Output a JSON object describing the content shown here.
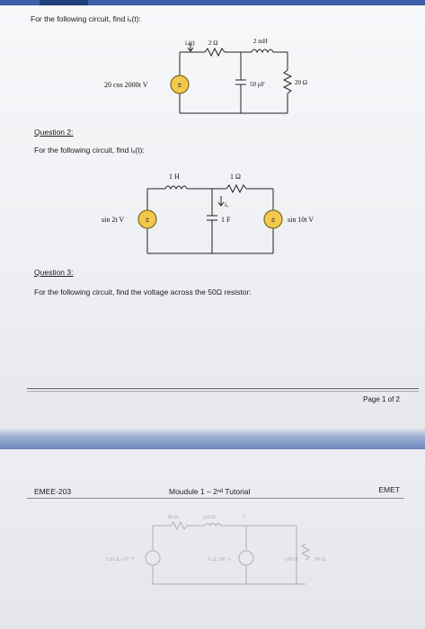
{
  "page1": {
    "q1_text": "For the following circuit, find iₓ(t):",
    "c1": {
      "src_label": "20 cos 2000t V",
      "ix_label": "iₓ(t)",
      "r1_label": "2 Ω",
      "l_label": "2 mH",
      "c_label": "50 µF",
      "r2_label": "20 Ω"
    },
    "q2_title": "Question 2:",
    "q2_text": "For the following circuit, find iₓ(t):",
    "c2": {
      "l_label": "1 H",
      "r_label": "1 Ω",
      "src1_label": "sin 2t  V",
      "c_label": "1 F",
      "ix_label": "iₓ",
      "src2_label": "sin 10t  V"
    },
    "q3_title": "Question 3:",
    "q3_text": "For the following circuit, find the voltage across the 50Ω resistor:",
    "page_number": "Page 1 of 2"
  },
  "page2": {
    "course": "EMEE-203",
    "module": "Moudule 1 – 2ⁿᵈ Tutorial",
    "dept": "EMET",
    "c3": {
      "l1": "40 Ω",
      "l2": "j20 Ω",
      "l3": "V",
      "src1": "120 ∠-15° V",
      "src2": "6 ∠ 30° A",
      "r1": "-j30 Ω",
      "r2": "50 Ω"
    }
  }
}
